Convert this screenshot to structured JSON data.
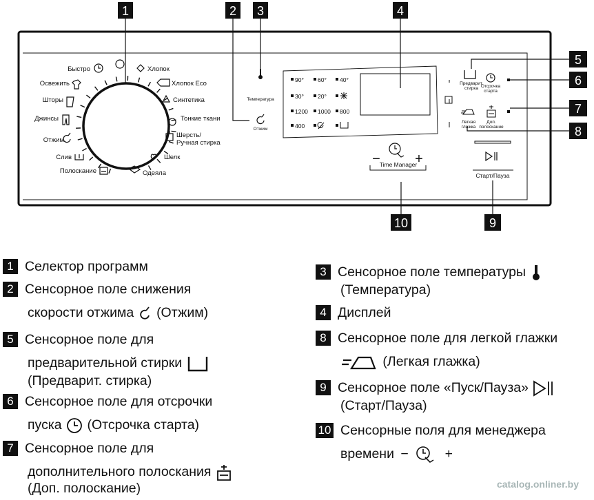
{
  "callouts": {
    "c1": "1",
    "c2": "2",
    "c3": "3",
    "c4": "4",
    "c5": "5",
    "c6": "6",
    "c7": "7",
    "c8": "8",
    "c9": "9",
    "c10": "10"
  },
  "panel": {
    "programs_left": [
      "Быстро",
      "Освежить",
      "Шторы",
      "Джинсы",
      "Отжим",
      "Слив",
      "Полоскание"
    ],
    "programs_right": [
      "Хлопок",
      "Хлопок Eco",
      "Синтетика",
      "Тонкие ткани",
      "Шерсть/",
      "Ручная стирка",
      "Шелк",
      "Одеяла"
    ],
    "temperature_label": "Температура",
    "spin_label": "Отжим",
    "temp_values": [
      "90°",
      "60°",
      "40°",
      "30°",
      "20°",
      "1200",
      "1000",
      "800",
      "400"
    ],
    "time_manager_label": "Time Manager",
    "prewash_label": [
      "Предварит.",
      "стирка"
    ],
    "delay_label": [
      "Отсрочка",
      "старта"
    ],
    "easy_iron_label": [
      "Легкая",
      "глажка"
    ],
    "extra_rinse_label": [
      "Доп.",
      "полоскание"
    ],
    "start_pause_label": "Старт/Пауза",
    "minus": "−",
    "plus": "+"
  },
  "legend": {
    "i1": {
      "num": "1",
      "lines": [
        "Селектор программ"
      ]
    },
    "i2": {
      "num": "2",
      "lines": [
        "Сенсорное поле снижения",
        "скорости отжима",
        "(Отжим)"
      ]
    },
    "i5": {
      "num": "5",
      "lines": [
        "Сенсорное поле для",
        "предварительной стирки",
        "(Предварит. стирка)"
      ]
    },
    "i6": {
      "num": "6",
      "lines": [
        "Сенсорное поле для отсрочки",
        "пуска",
        "(Отсрочка старта)"
      ]
    },
    "i7": {
      "num": "7",
      "lines": [
        "Сенсорное поле для",
        "дополнительного полоскания",
        "(Доп. полоскание)"
      ]
    },
    "i3": {
      "num": "3",
      "lines": [
        "Сенсорное поле температуры",
        "(Температура)"
      ]
    },
    "i4": {
      "num": "4",
      "lines": [
        "Дисплей"
      ]
    },
    "i8": {
      "num": "8",
      "lines": [
        "Сенсорное поле для легкой глажки",
        "(Легкая глажка)"
      ]
    },
    "i9": {
      "num": "9",
      "lines": [
        "Сенсорное поле «Пуск/Пауза»",
        "(Старт/Пауза)"
      ]
    },
    "i10": {
      "num": "10",
      "lines": [
        "Сенсорные поля для менеджера",
        "времени",
        "−",
        "+"
      ]
    }
  },
  "watermark": "catalog.onliner.by",
  "colors": {
    "ink": "#111111",
    "callout_bg": "#111111",
    "callout_fg": "#ffffff",
    "watermark": "#99aaaa"
  }
}
